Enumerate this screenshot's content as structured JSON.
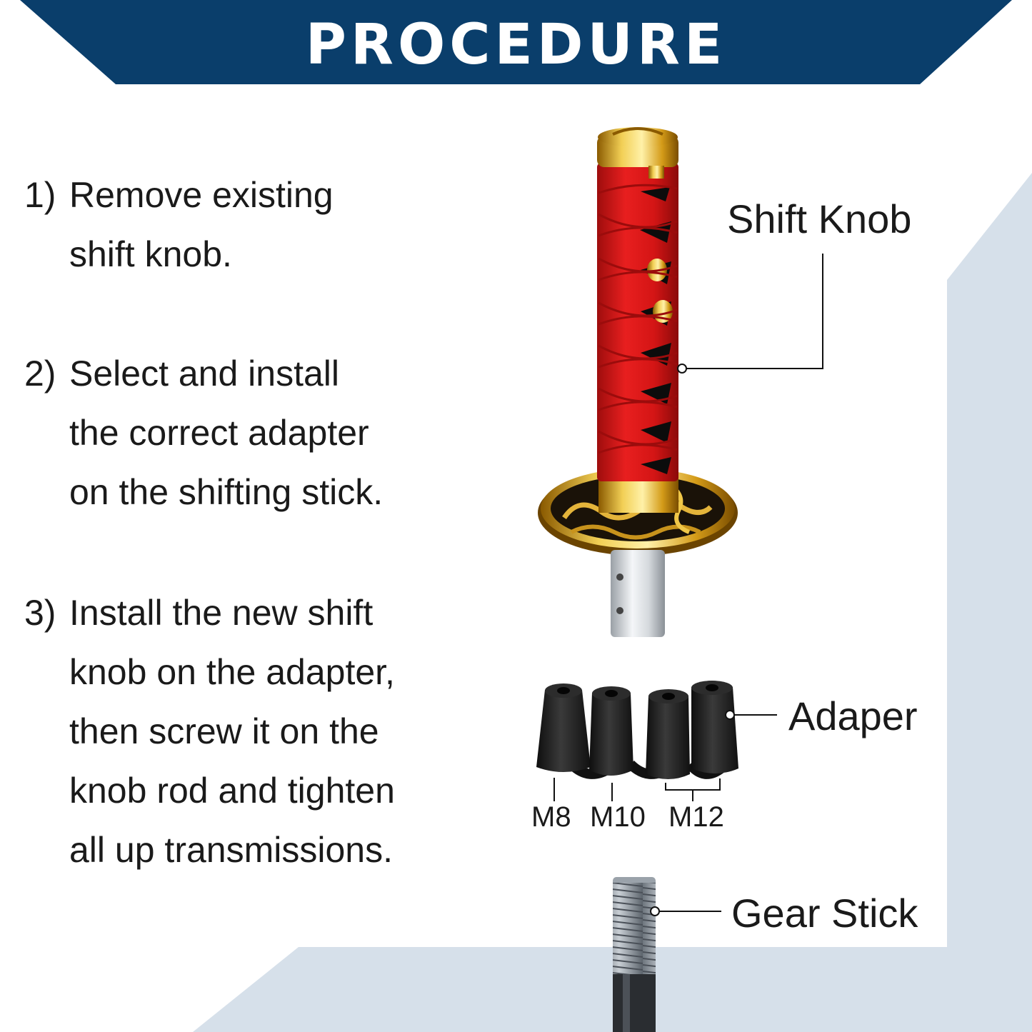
{
  "header": {
    "title": "PROCEDURE",
    "color": "#0a3e6b"
  },
  "steps": [
    {
      "number": "1)",
      "lines": [
        "Remove existing",
        "shift knob."
      ]
    },
    {
      "number": "2)",
      "lines": [
        "Select and install",
        "the correct adapter",
        "on the shifting stick."
      ]
    },
    {
      "number": "3)",
      "lines": [
        "Install the new shift",
        "knob on the adapter,",
        "then screw it on the",
        "knob rod and tighten",
        "all up transmissions."
      ]
    }
  ],
  "labels": {
    "shift_knob": "Shift Knob",
    "adapter": "Adaper",
    "gear_stick": "Gear Stick"
  },
  "adapter_sizes": [
    "M8",
    "M10",
    "M12"
  ],
  "colors": {
    "accent_panel": "#d6e0ea",
    "wrap_red": "#d81818",
    "gold": "#d4a017",
    "rubber_black": "#222222"
  }
}
